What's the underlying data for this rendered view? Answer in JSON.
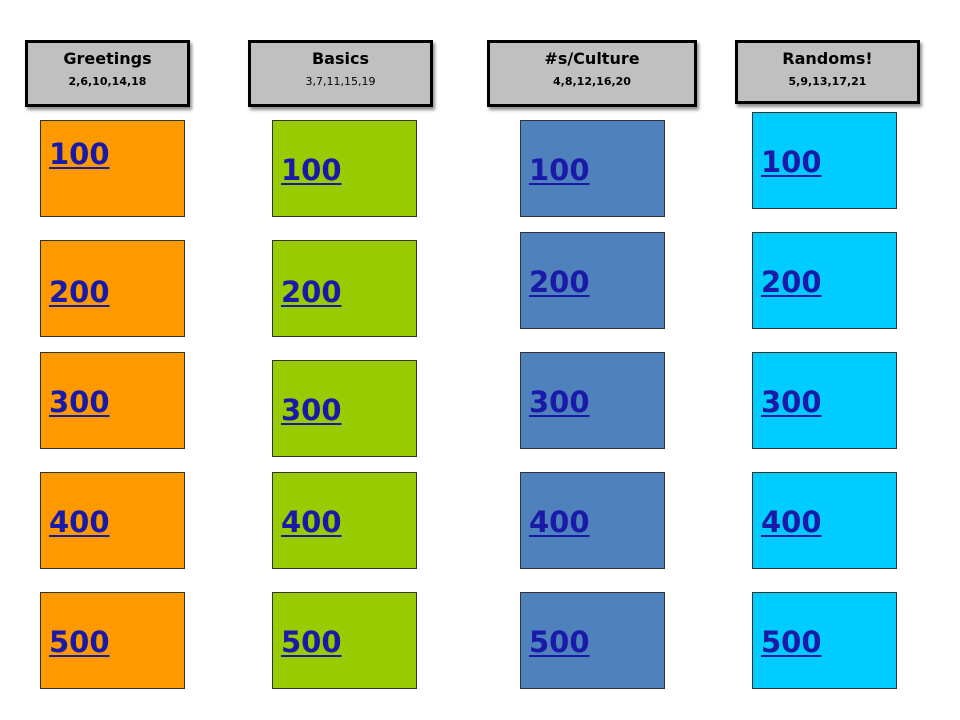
{
  "categories": [
    {
      "id": "greetings",
      "title": "Greetings",
      "subtitle": "2,6,10,14,18",
      "color": "#ff9900",
      "values": [
        "100",
        "200",
        "300",
        "400",
        "500"
      ]
    },
    {
      "id": "basics",
      "title": "Basics",
      "subtitle": "3,7,11,15,19",
      "color": "#99cc00",
      "values": [
        "100",
        "200",
        "300",
        "400",
        "500"
      ]
    },
    {
      "id": "culture",
      "title": "#s/Culture",
      "subtitle": "4,8,12,16,20",
      "color": "#4f81bd",
      "values": [
        "100",
        "200",
        "300",
        "400",
        "500"
      ]
    },
    {
      "id": "randoms",
      "title": "Randoms!",
      "subtitle": "5,9,13,17,21",
      "color": "#00ccff",
      "values": [
        "100",
        "200",
        "300",
        "400",
        "500"
      ]
    }
  ],
  "link_color": "#1a1aa8",
  "header_color": "#c0c0c0"
}
